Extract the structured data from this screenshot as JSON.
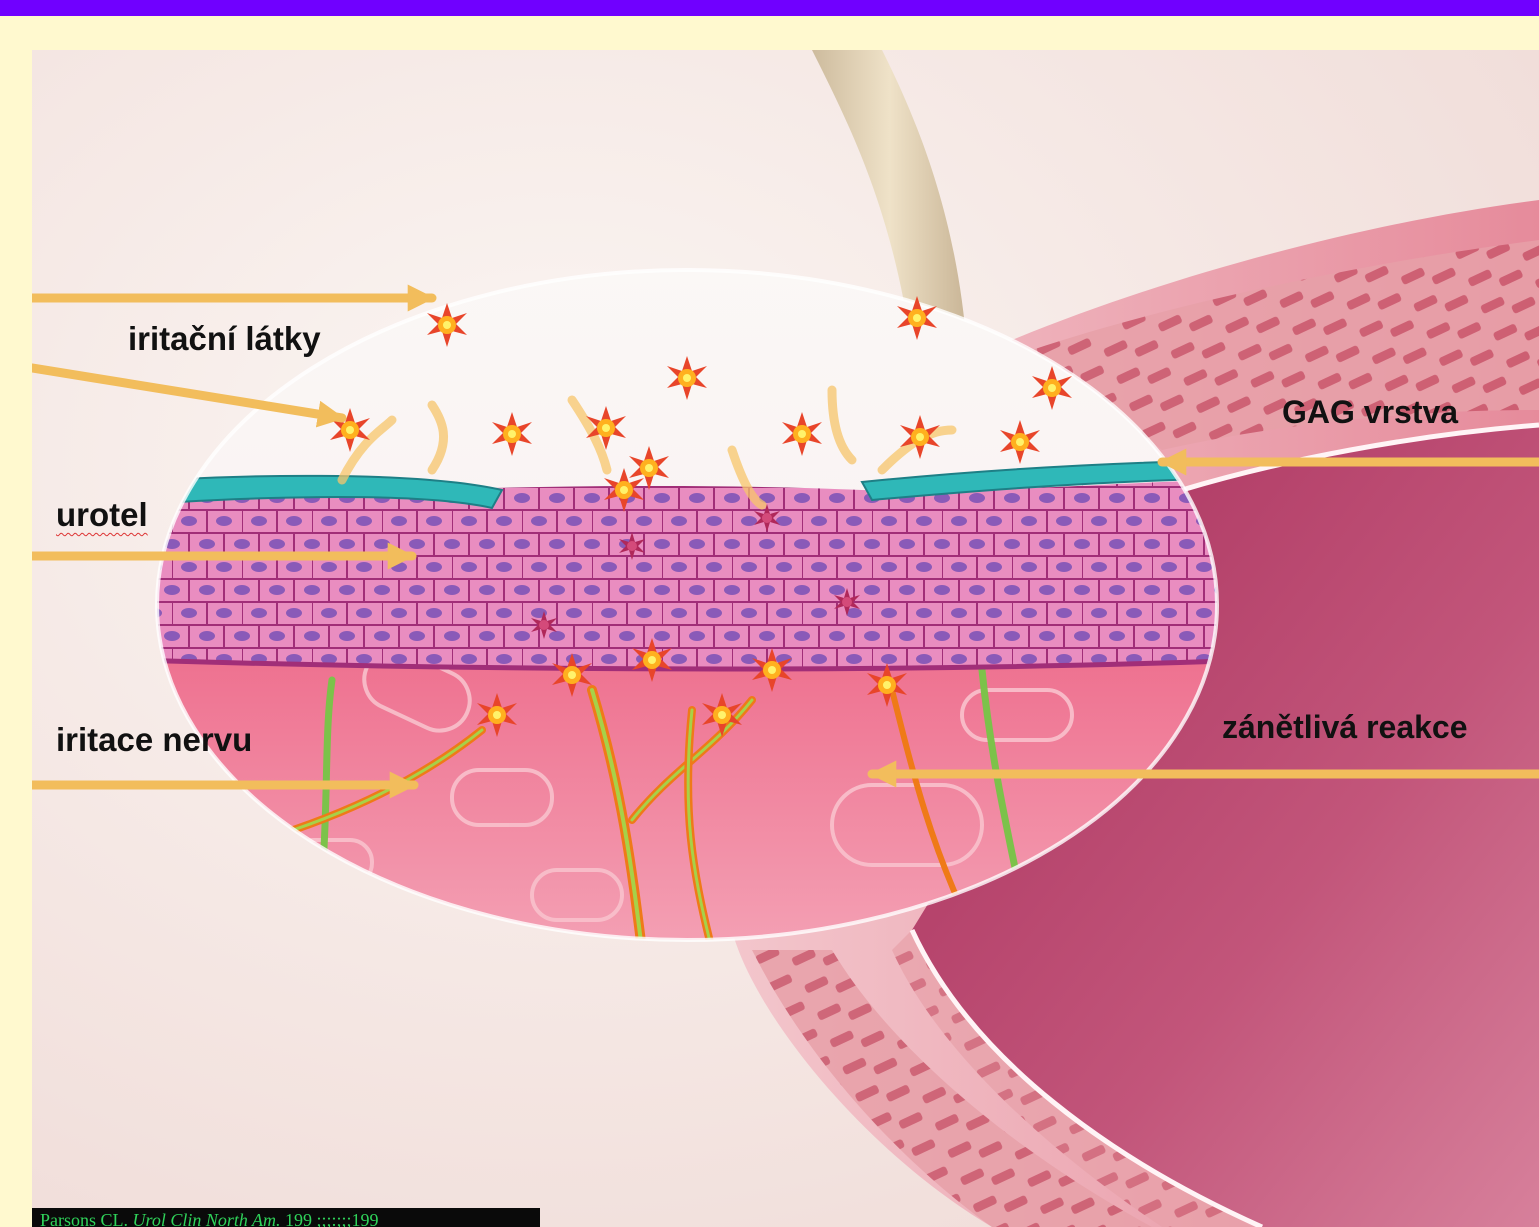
{
  "labels": {
    "irritants": "iritační látky",
    "urothelium": "urotel",
    "nerve_irritation": "iritace nervu",
    "gag_layer": "GAG vrstva",
    "inflammatory_reaction": "zánětlivá reakce"
  },
  "citation": {
    "authors": "Parsons CL.",
    "journal": "Urol Clin North Am.",
    "rest": "199 ;;;:;;;199"
  },
  "colors": {
    "top_bar": "#7000ff",
    "page_background": "#fff9cf",
    "arrow": "#f2bd5c",
    "gag_layer": "#2fb8b8",
    "tissue_pink": "#e8709a",
    "nerve_green": "#7cc24a"
  }
}
